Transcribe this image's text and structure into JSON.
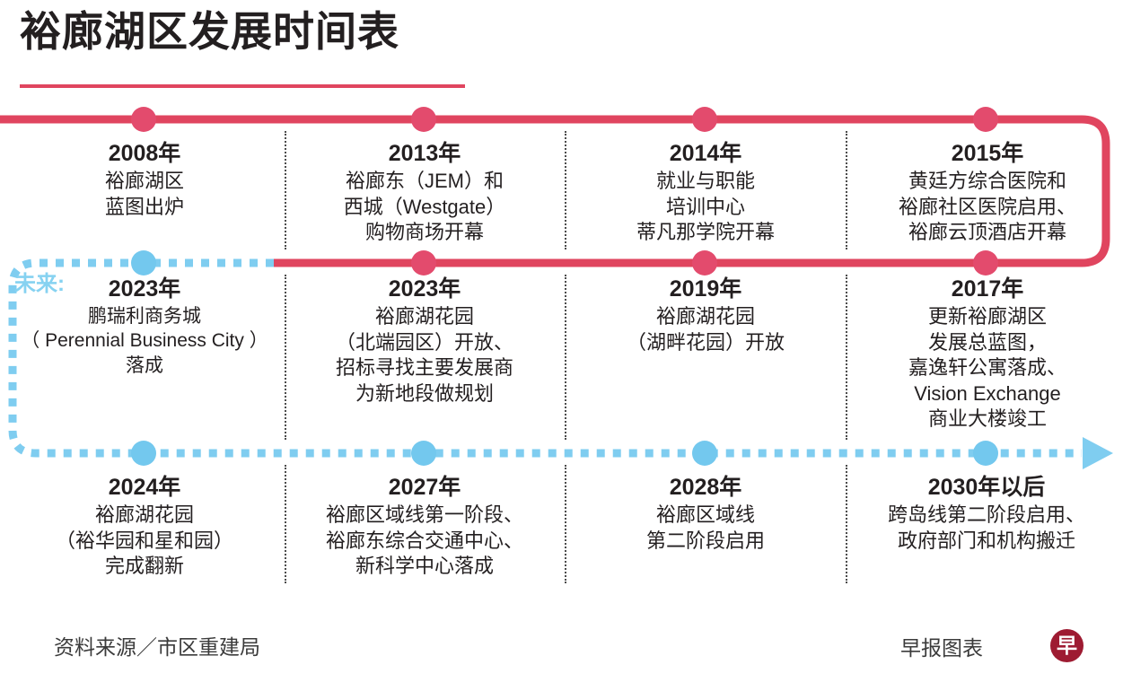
{
  "header": {
    "title": "裕廊湖区发展时间表",
    "accent_color": "#e0455f",
    "future_color": "#86d2f1"
  },
  "future_label": "未来:",
  "timeline": {
    "rows": [
      {
        "row": 1,
        "line_style": "solid-pink",
        "events": [
          {
            "year": "2008年",
            "desc": "裕廊湖区\n蓝图出炉"
          },
          {
            "year": "2013年",
            "desc": "裕廊东（JEM）和\n西城（Westgate）\n购物商场开幕"
          },
          {
            "year": "2014年",
            "desc": "就业与职能\n培训中心\n蒂凡那学院开幕"
          },
          {
            "year": "2015年",
            "desc": "黄廷方综合医院和\n裕廊社区医院启用、\n裕廊云顶酒店开幕"
          }
        ]
      },
      {
        "row": 2,
        "line_style": "mixed-blue-pink",
        "events": [
          {
            "year": "2023年",
            "desc": "鹏瑞利商务城\n（ Perennial Business City ）\n落成"
          },
          {
            "year": "2023年",
            "desc": "裕廊湖花园\n（北端园区）开放、\n招标寻找主要发展商\n为新地段做规划"
          },
          {
            "year": "2019年",
            "desc": "裕廊湖花园\n（湖畔花园）开放"
          },
          {
            "year": "2017年",
            "desc": "更新裕廊湖区\n发展总蓝图，\n嘉逸轩公寓落成、\nVision Exchange\n商业大楼竣工"
          }
        ]
      },
      {
        "row": 3,
        "line_style": "dotted-blue",
        "events": [
          {
            "year": "2024年",
            "desc": "裕廊湖花园\n（裕华园和星和园）\n完成翻新"
          },
          {
            "year": "2027年",
            "desc": "裕廊区域线第一阶段、\n裕廊东综合交通中心、\n新科学中心落成"
          },
          {
            "year": "2028年",
            "desc": "裕廊区域线\n第二阶段启用"
          },
          {
            "year": "2030年以后",
            "desc": "跨岛线第二阶段启用、\n政府部门和机构搬迁"
          }
        ]
      }
    ]
  },
  "footer": {
    "source": "资料来源／市区重建局",
    "credit": "早报图表",
    "logo_text": "早"
  }
}
